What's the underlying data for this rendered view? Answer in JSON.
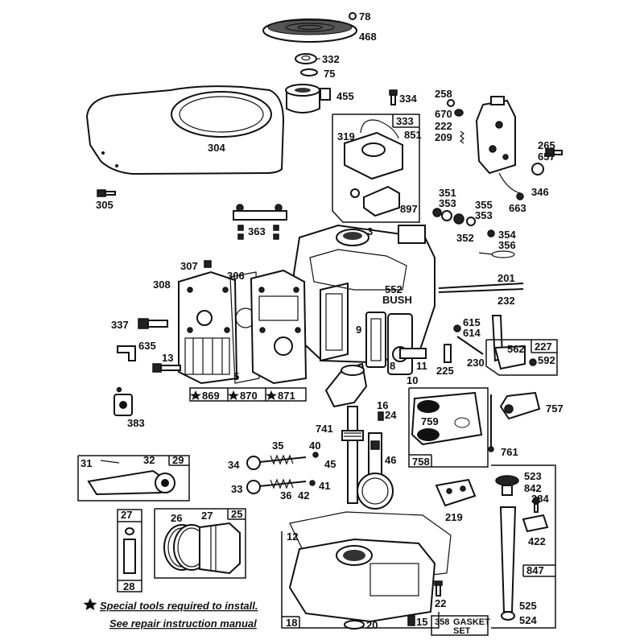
{
  "labels": {
    "p78": "78",
    "p468": "468",
    "p332": "332",
    "p75": "75",
    "p455": "455",
    "p304": "304",
    "p305": "305",
    "p334": "334",
    "p333": "333",
    "p319": "319",
    "p851": "851",
    "p897": "897",
    "p258": "258",
    "p670": "670",
    "p222": "222",
    "p209": "209",
    "p265": "265",
    "p657": "657",
    "p346": "346",
    "p663": "663",
    "p351": "351",
    "p353a": "353",
    "p355": "355",
    "p353b": "353",
    "p352": "352",
    "p354": "354",
    "p356": "356",
    "p363": "363",
    "p3": "3",
    "p307": "307",
    "p308": "308",
    "p306": "306",
    "p337": "337",
    "p635": "635",
    "p13": "13",
    "p5": "5",
    "p552": "552",
    "bush": "BUSH",
    "p9": "9",
    "p201": "201",
    "p232": "232",
    "p615": "615",
    "p614": "614",
    "p227": "227",
    "p562": "562",
    "p592": "592",
    "p225": "225",
    "p230": "230",
    "p11": "11",
    "p8": "8",
    "p10": "10",
    "p383": "383",
    "p869": "869",
    "p870": "870",
    "p871": "871",
    "p16": "16",
    "p24": "24",
    "p741": "741",
    "p759": "759",
    "p757": "757",
    "p758": "758",
    "p761": "761",
    "p31": "31",
    "p32": "32",
    "p29": "29",
    "p28": "28",
    "p35": "35",
    "p40": "40",
    "p34": "34",
    "p45": "45",
    "p46": "46",
    "p33": "33",
    "p36": "36",
    "p42": "42",
    "p41": "41",
    "p27a": "27",
    "p26": "26",
    "p27b": "27",
    "p25": "25",
    "p219": "219",
    "p523": "523",
    "p842": "842",
    "p284": "284",
    "p422": "422",
    "p847": "847",
    "p12": "12",
    "p18": "18",
    "p20": "20",
    "p22": "22",
    "p15": "15",
    "gasket_num": "358",
    "gasket_text": "GASKET",
    "gasket_text2": "SET",
    "p525": "525",
    "p524": "524"
  },
  "notes": {
    "line1": "Special tools required to install.",
    "line2": "See repair instruction manual"
  },
  "icons": {
    "star": "star-icon"
  }
}
